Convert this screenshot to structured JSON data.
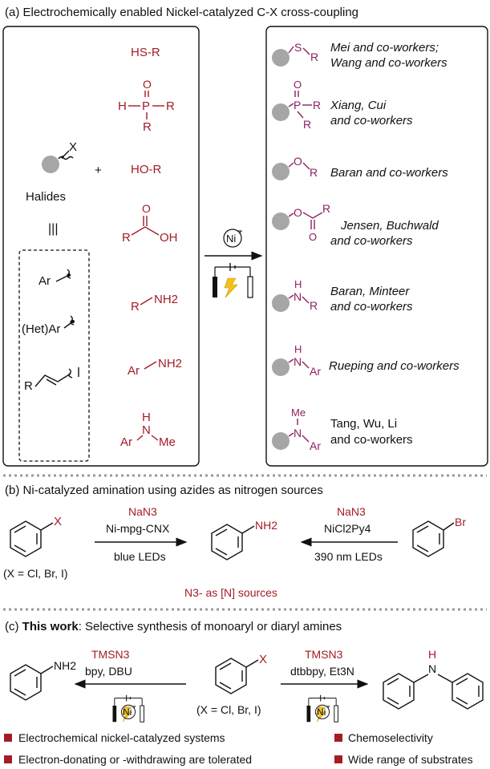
{
  "panel_a": {
    "title": "(a) Electrochemically enabled Nickel-catalyzed C-X cross-coupling",
    "left": {
      "x_label": "X",
      "plus": "+",
      "halides": "Halides",
      "equiv": "|||",
      "sub_ar": "Ar",
      "sub_hetar": "(Het)Ar",
      "sub_r": "R"
    },
    "nucleophiles": {
      "hsr": "HS-R",
      "phosphine": {
        "h": "H",
        "p": "P",
        "o": "O",
        "r1": "R",
        "r2": "R"
      },
      "hor": "HO-R",
      "acid": {
        "r": "R",
        "o": "O",
        "oh": "OH"
      },
      "rnh2": {
        "r": "R",
        "nh2": "NH2"
      },
      "arnh2": {
        "ar": "Ar",
        "nh2": "NH2"
      },
      "arnhme": {
        "ar": "Ar",
        "n": "N",
        "h": "H",
        "me": "Me"
      }
    },
    "catalyst": "Ni",
    "products": [
      {
        "atoms": "S R",
        "line1": "Mei and co-workers;",
        "line2": "Wang and co-workers"
      },
      {
        "atoms": "P O R R",
        "line1": "Xiang, Cui",
        "line2": "and co-workers"
      },
      {
        "atoms": "O R",
        "line1": "Baran and co-workers",
        "line2": ""
      },
      {
        "atoms": "O O R",
        "line1": "Jensen, Buchwald",
        "line2": "and co-workers"
      },
      {
        "atoms": "H N R",
        "line1": "Baran, Minteer",
        "line2": "and co-workers"
      },
      {
        "atoms": "H N Ar",
        "line1": "Rueping and co-workers",
        "line2": ""
      },
      {
        "atoms": "Me N Ar",
        "line1": "Tang, Wu, Li",
        "line2": "and co-workers"
      }
    ]
  },
  "panel_b": {
    "title": "(b) Ni-catalyzed amination using azides as nitrogen sources",
    "left_reagent1": "NaN3",
    "left_reagent2": "Ni-mpg-CNX",
    "left_condition": "blue LEDs",
    "x_note": "(X = Cl, Br, I)",
    "x_label": "X",
    "nh2": "NH2",
    "right_reagent1": "NaN3",
    "right_reagent2": "NiCl2Py4",
    "right_condition": "390 nm LEDs",
    "br": "Br",
    "note": "N3- as [N] sources"
  },
  "panel_c": {
    "title_bold": "This work",
    "title_prefix": "(c) ",
    "title_rest": ": Selective synthesis of monoaryl or diaryl amines",
    "left_reagent1": "TMSN3",
    "left_reagent2": "bpy, DBU",
    "right_reagent1": "TMSN3",
    "right_reagent2": "dtbbpy, Et3N",
    "x_label": "X",
    "x_note": "(X = Cl, Br, I)",
    "nh2": "NH2",
    "nh_n": "N",
    "nh_h": "H",
    "catalyst": "Ni",
    "bullets": [
      "Electrochemical nickel-catalyzed systems",
      "Chemoselectivity",
      "Electron-donating or -withdrawing are tolerated",
      "Wide range of substrates"
    ]
  },
  "colors": {
    "red": "#a21d26",
    "magenta": "#8d1f63",
    "grey_ball": "#a6a6a6"
  }
}
